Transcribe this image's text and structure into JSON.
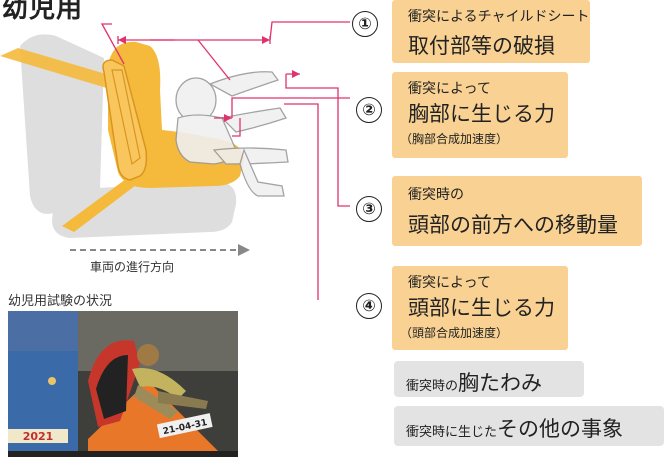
{
  "heading": "幼児用",
  "illustration": {
    "direction_label": "車両の進行方向",
    "photo_label": "幼児用試験の状況",
    "photo_texts": [
      "2021",
      "21-04-31"
    ]
  },
  "items": [
    {
      "number": "①",
      "small": "衝突によるチャイルドシート",
      "large": "取付部等の破損"
    },
    {
      "number": "②",
      "small": "衝突によって",
      "large": "胸部に生じる力",
      "paren": "（胸部合成加速度）"
    },
    {
      "number": "③",
      "small": "衝突時の",
      "large": "頭部の前方への移動量"
    },
    {
      "number": "④",
      "small": "衝突によって",
      "large": "頭部に生じる力",
      "paren": "（頭部合成加速度）"
    }
  ],
  "extras": [
    {
      "small": "衝突時の",
      "large": "胸たわみ"
    },
    {
      "small": "衝突時に生じた",
      "large": "その他の事象"
    }
  ],
  "colors": {
    "seat": "#f5b93c",
    "box": "#f9d293",
    "leader": "#e0336e",
    "grey_box": "#e3e3e3"
  }
}
